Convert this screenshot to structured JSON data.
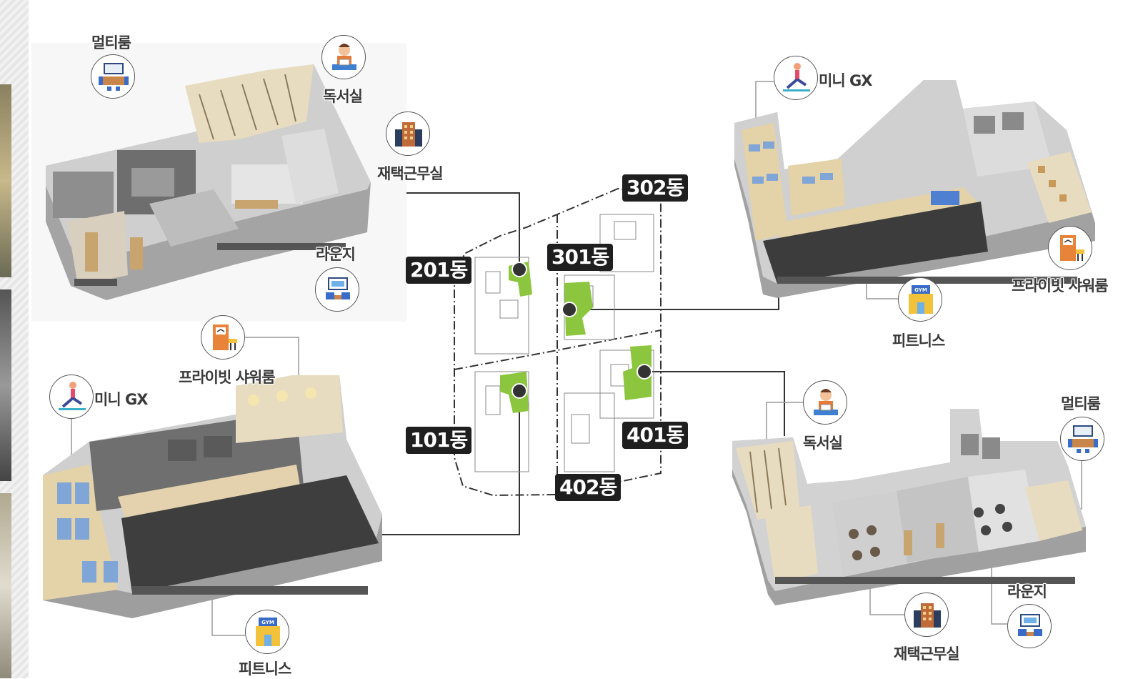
{
  "panels": {
    "top_left": {
      "labels": {
        "multi_room": "멀티룸",
        "reading_room": "독서실",
        "work_room": "재택근무실",
        "lounge": "라운지"
      },
      "icons": [
        "meeting-table-icon",
        "reader-icon",
        "office-building-icon",
        "lounge-sofa-icon"
      ]
    },
    "bottom_left": {
      "labels": {
        "shower": "프라이빗 샤워룸",
        "gx": "미니 GX",
        "fitness": "피트니스"
      },
      "icons": [
        "shower-door-icon",
        "yoga-icon",
        "gym-icon"
      ]
    },
    "top_right": {
      "labels": {
        "gx": "미니 GX",
        "shower": "프라이빗 샤워룸",
        "fitness": "피트니스"
      },
      "icons": [
        "yoga-icon",
        "shower-door-icon",
        "gym-icon"
      ]
    },
    "bottom_right": {
      "labels": {
        "reading_room": "독서실",
        "multi_room": "멀티룸",
        "lounge": "라운지",
        "work_room": "재택근무실"
      },
      "icons": [
        "reader-icon",
        "meeting-table-icon",
        "lounge-sofa-icon",
        "office-building-icon"
      ]
    }
  },
  "site_map": {
    "buildings": [
      "302동",
      "201동",
      "301동",
      "101동",
      "401동",
      "402동"
    ],
    "highlight_color": "#8cc63f"
  },
  "colors": {
    "tag_bg": "#1f1f1f",
    "connector": "#333333",
    "label_text": "#3a3a3a"
  }
}
